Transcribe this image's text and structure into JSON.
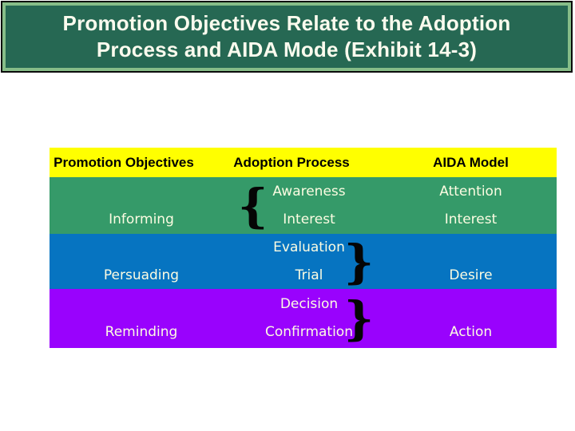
{
  "slide": {
    "title_line1": "Promotion Objectives Relate to the Adoption",
    "title_line2": "Process and AIDA Mode (Exhibit 14-3)"
  },
  "table": {
    "headers": [
      "Promotion Objectives",
      "Adoption Process",
      "AIDA Model"
    ],
    "rows": [
      {
        "objective": "Informing",
        "brace": "{",
        "process": [
          "Awareness",
          "Interest"
        ],
        "aida": [
          "Attention",
          "Interest"
        ]
      },
      {
        "objective": "Persuading",
        "brace": "}",
        "process": [
          "Evaluation",
          "Trial"
        ],
        "aida": [
          "Desire"
        ]
      },
      {
        "objective": "Reminding",
        "brace": "}",
        "process": [
          "Decision",
          "Confirmation"
        ],
        "aida": [
          "Action"
        ]
      }
    ]
  },
  "colors": {
    "title_fill": "#266853",
    "title_border_outer": "#0a0a0a",
    "title_border_inner": "#86bd88",
    "title_text": "#fbfbee",
    "header_fill": "#ffff00",
    "header_text": "#000000",
    "row_informing": "#359a69",
    "row_persuading": "#0674c1",
    "row_reminding": "#9902fd",
    "body_text": "#fcfce2",
    "brace": "#050505",
    "background": "#ffffff"
  }
}
